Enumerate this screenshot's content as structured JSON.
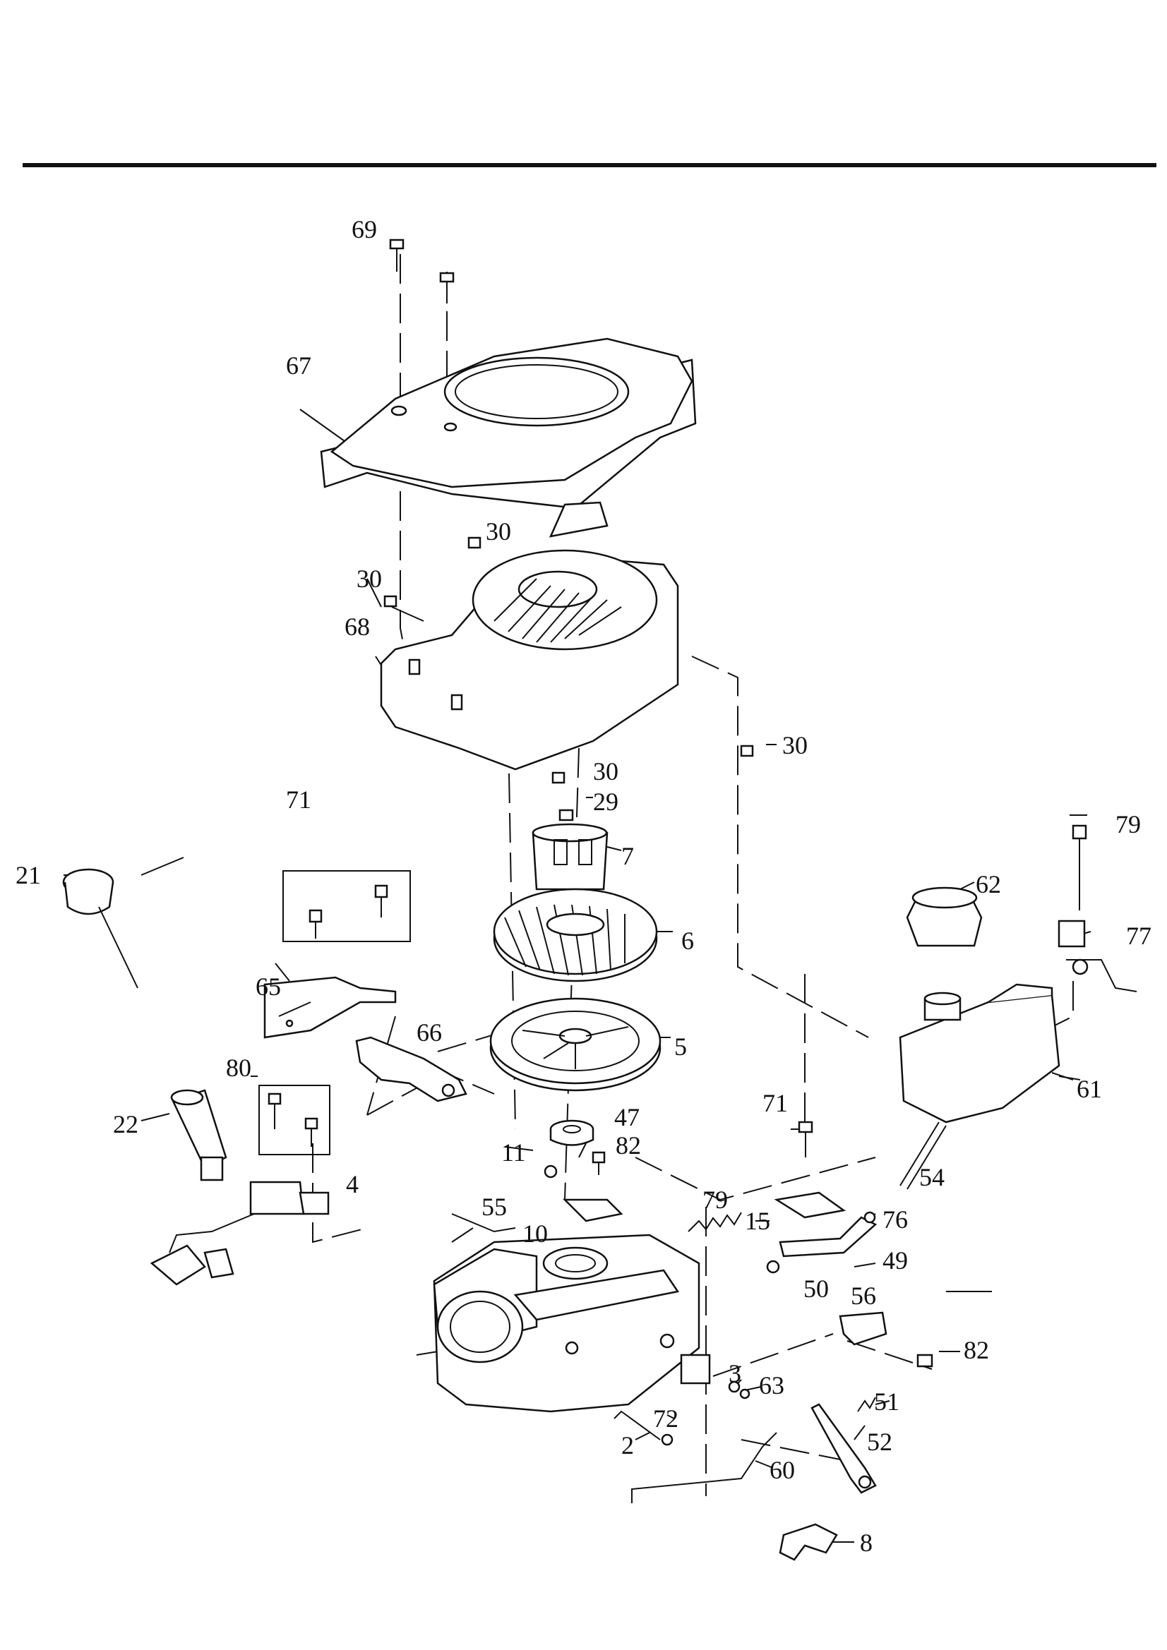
{
  "diagram": {
    "type": "exploded-parts-diagram",
    "callouts": [
      "69",
      "67",
      "30",
      "30",
      "68",
      "30",
      "30",
      "29",
      "7",
      "71",
      "21",
      "62",
      "79",
      "77",
      "6",
      "65",
      "66",
      "5",
      "61",
      "80",
      "22",
      "4",
      "47",
      "82",
      "71",
      "11",
      "54",
      "55",
      "79",
      "10",
      "15",
      "76",
      "49",
      "50",
      "56",
      "82",
      "3",
      "63",
      "51",
      "2",
      "72",
      "52",
      "60",
      "8"
    ]
  }
}
